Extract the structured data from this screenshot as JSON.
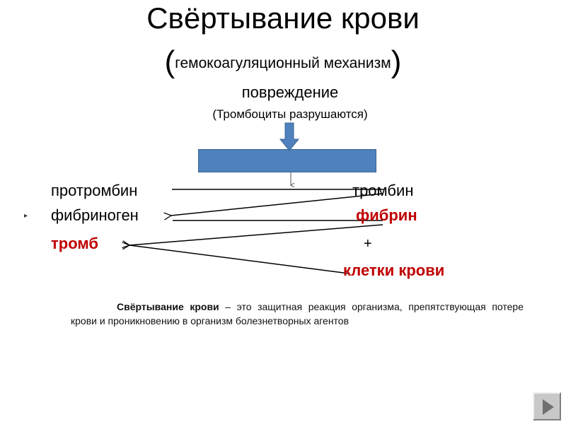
{
  "slide": {
    "title": "Свёртывание крови",
    "subtitle_open": "(",
    "subtitle_text": "гемокоагуляционный механизм",
    "subtitle_close": ")",
    "damage": "повреждение",
    "platelets": "(Тромбоциты разрушаются)",
    "bullet": "▸",
    "terms": {
      "prothrombin": "протромбин",
      "thrombin": "тромбин",
      "fibrinogen": "фибриноген",
      "fibrin": "фибрин",
      "thrombus": "тромб",
      "plus": "+",
      "blood_cells": "клетки крови"
    },
    "definition": {
      "term": "Свёртывание крови",
      "text": " – это защитная реакция организма, препятствующая потере крови и проникновению в организм болезнетворных агентов"
    }
  },
  "colors": {
    "box": "#4f81bd",
    "highlight": "#c00000"
  },
  "icons": {
    "next": "play-triangle-icon"
  }
}
